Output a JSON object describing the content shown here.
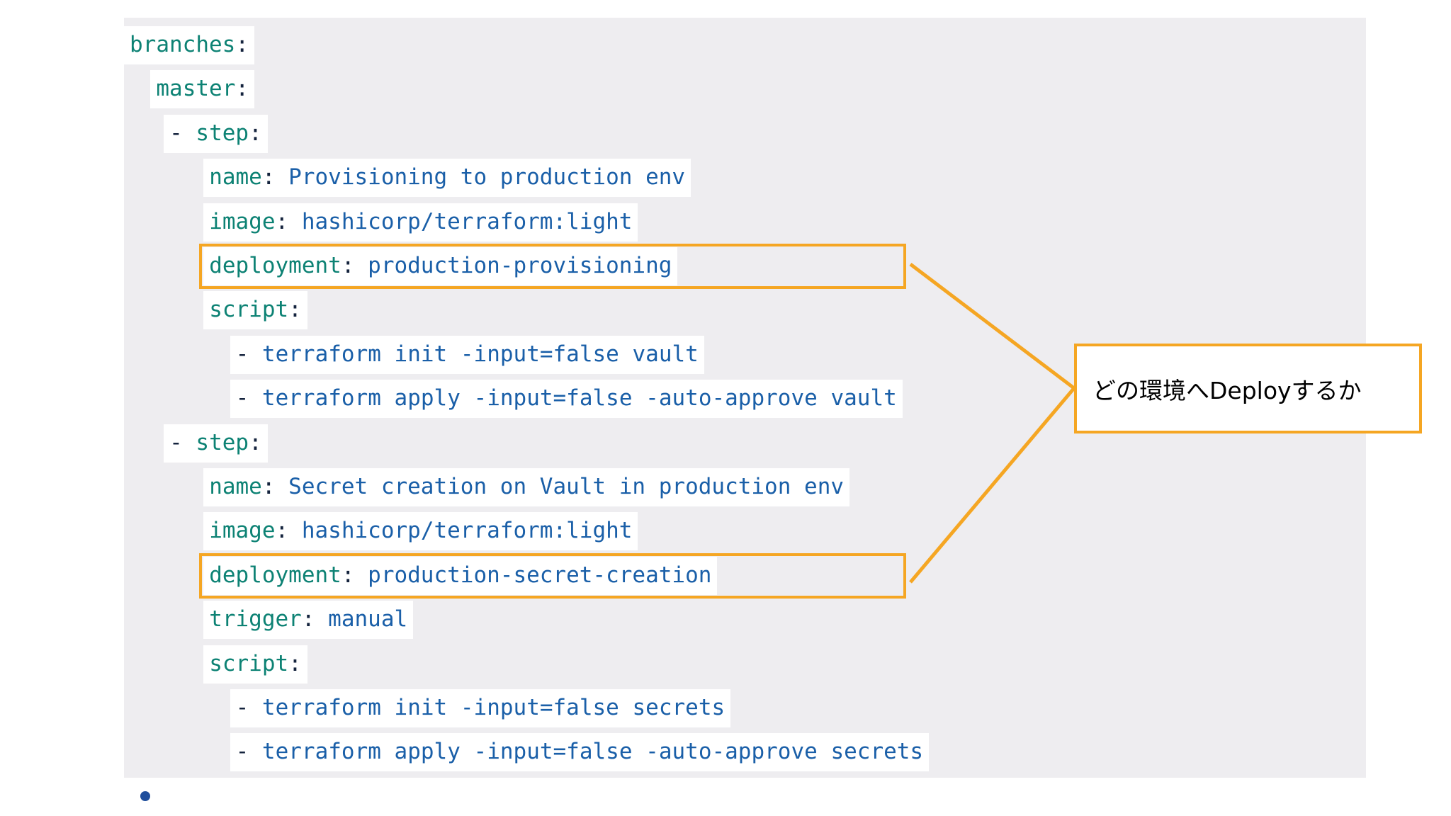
{
  "slide": {
    "background_color": "#ffffff",
    "code_block": {
      "background_color": "#eeedf0",
      "line_background_color": "#ffffff",
      "key_color": "#0d8274",
      "value_color": "#1a5fa8",
      "punctuation_color": "#14233d",
      "lines": [
        {
          "indent": 0,
          "key": "branches",
          "colon": ":",
          "value": ""
        },
        {
          "indent": 2,
          "key": "master",
          "colon": ":",
          "value": ""
        },
        {
          "indent": 3,
          "dash": "- ",
          "key": "step",
          "colon": ":",
          "value": ""
        },
        {
          "indent": 6,
          "key": "name",
          "colon": ": ",
          "value": "Provisioning to production env"
        },
        {
          "indent": 6,
          "key": "image",
          "colon": ": ",
          "value": "hashicorp/terraform:light"
        },
        {
          "indent": 6,
          "key": "deployment",
          "colon": ": ",
          "value": "production-provisioning",
          "highlighted": true
        },
        {
          "indent": 6,
          "key": "script",
          "colon": ":",
          "value": ""
        },
        {
          "indent": 8,
          "dash": "- ",
          "value": "terraform init -input=false vault"
        },
        {
          "indent": 8,
          "dash": "- ",
          "value": "terraform apply -input=false -auto-approve vault"
        },
        {
          "indent": 3,
          "dash": "- ",
          "key": "step",
          "colon": ":",
          "value": ""
        },
        {
          "indent": 6,
          "key": "name",
          "colon": ": ",
          "value": "Secret creation on Vault in production env"
        },
        {
          "indent": 6,
          "key": "image",
          "colon": ": ",
          "value": "hashicorp/terraform:light"
        },
        {
          "indent": 6,
          "key": "deployment",
          "colon": ": ",
          "value": "production-secret-creation",
          "highlighted": true
        },
        {
          "indent": 6,
          "key": "trigger",
          "colon": ": ",
          "value": "manual"
        },
        {
          "indent": 6,
          "key": "script",
          "colon": ":",
          "value": ""
        },
        {
          "indent": 8,
          "dash": "- ",
          "value": "terraform init -input=false secrets"
        },
        {
          "indent": 8,
          "dash": "- ",
          "value": "terraform apply -input=false -auto-approve secrets"
        }
      ]
    },
    "annotation": {
      "accent_color": "#F5A623",
      "callout_text": "どの環境へDeployするか",
      "callout_background": "#ffffff"
    },
    "bullet": {
      "color": "#1f4e9c"
    }
  }
}
